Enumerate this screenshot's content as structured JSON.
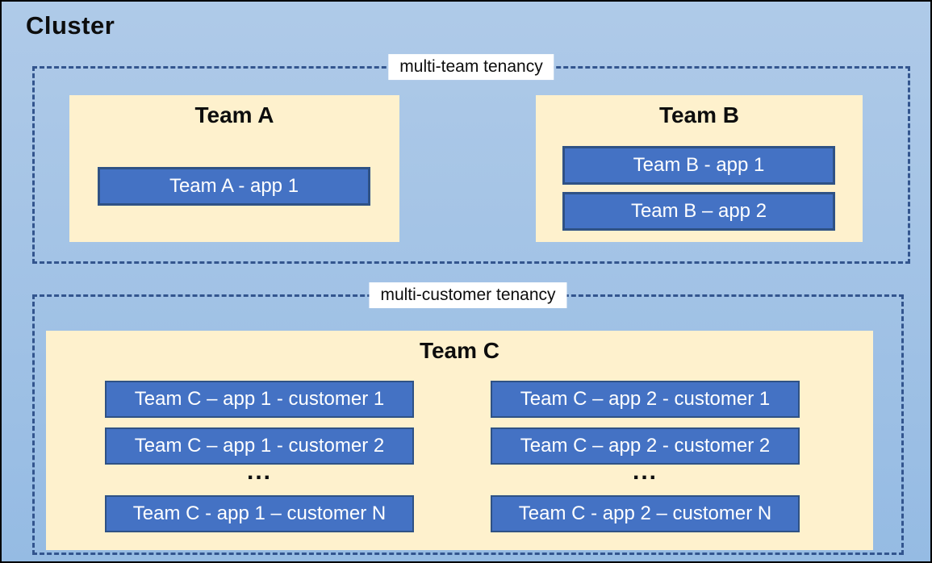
{
  "cluster": {
    "title": "Cluster"
  },
  "multi_team": {
    "label": "multi-team tenancy",
    "team_a": {
      "title": "Team A",
      "apps": [
        "Team A - app 1"
      ]
    },
    "team_b": {
      "title": "Team B",
      "apps": [
        "Team B - app 1",
        "Team B – app 2"
      ]
    }
  },
  "multi_customer": {
    "label": "multi-customer tenancy",
    "team_c": {
      "title": "Team C",
      "columns": [
        {
          "rows": [
            "Team C – app 1 - customer 1",
            "Team C – app 1 - customer 2"
          ],
          "ellipsis": "...",
          "last_row": "Team C - app 1 – customer N"
        },
        {
          "rows": [
            "Team C – app 2 - customer 1",
            "Team C – app 2 - customer 2"
          ],
          "ellipsis": "...",
          "last_row": "Team C - app 2 – customer N"
        }
      ]
    }
  },
  "colors": {
    "bg_top": "#AFCAE8",
    "bg_bottom": "#95BBE3",
    "team_fill": "#FEF1CD",
    "app_fill": "#4472C4",
    "app_border": "#2F5285",
    "app_text": "#FFFFFF",
    "dash_border": "#33558E",
    "label_bg": "#FFFFFF",
    "outer_border": "#000000"
  }
}
